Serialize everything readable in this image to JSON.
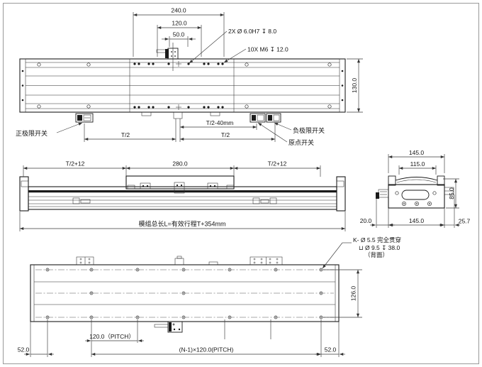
{
  "drawing": {
    "type": "engineering-dimension-drawing",
    "component": "linear motion module",
    "colors": {
      "ink": "#1a1a1a",
      "dim": "#3a3a3a",
      "frame": "#9a9a9a",
      "bg": "#ffffff"
    },
    "plan": {
      "dim_240": "240.0",
      "dim_120": "120.0",
      "dim_50": "50.0",
      "dim_130": "130.0",
      "callout_dowel": "2X Ø 6.0H7 ↧ 8.0",
      "callout_tap": "10X M6 ↧ 12.0",
      "label_positive_limit": "正极限开关",
      "label_negative_limit": "负极限开关",
      "label_origin": "原点开关",
      "dim_t2_left": "T/2",
      "dim_t2_minus_40": "T/2-40mm",
      "dim_t2_right": "T/2"
    },
    "side": {
      "dim_t2_plus_12_left": "T/2+12",
      "dim_280": "280.0",
      "dim_t2_plus_12_right": "T/2+12",
      "dim_total": "模组总长L=有效行程T+354mm"
    },
    "section": {
      "dim_145_top": "145.0",
      "dim_115": "115.0",
      "dim_85": "85.0",
      "dim_20": "20.0",
      "dim_145_bottom": "145.0",
      "dim_25_7": "25.7"
    },
    "bottom": {
      "dim_126": "126.0",
      "dim_52_left": "52.0",
      "dim_52_right": "52.0",
      "dim_pitch": "120.0（PITCH）",
      "dim_pitch_n": "(N-1)×120.0(PITCH)",
      "callout_k_1": "K- Ø 5.5 完全贯穿",
      "callout_k_2": "⊔ Ø 9.5 ↧ 38.0",
      "callout_k_3": "（背面）"
    }
  }
}
